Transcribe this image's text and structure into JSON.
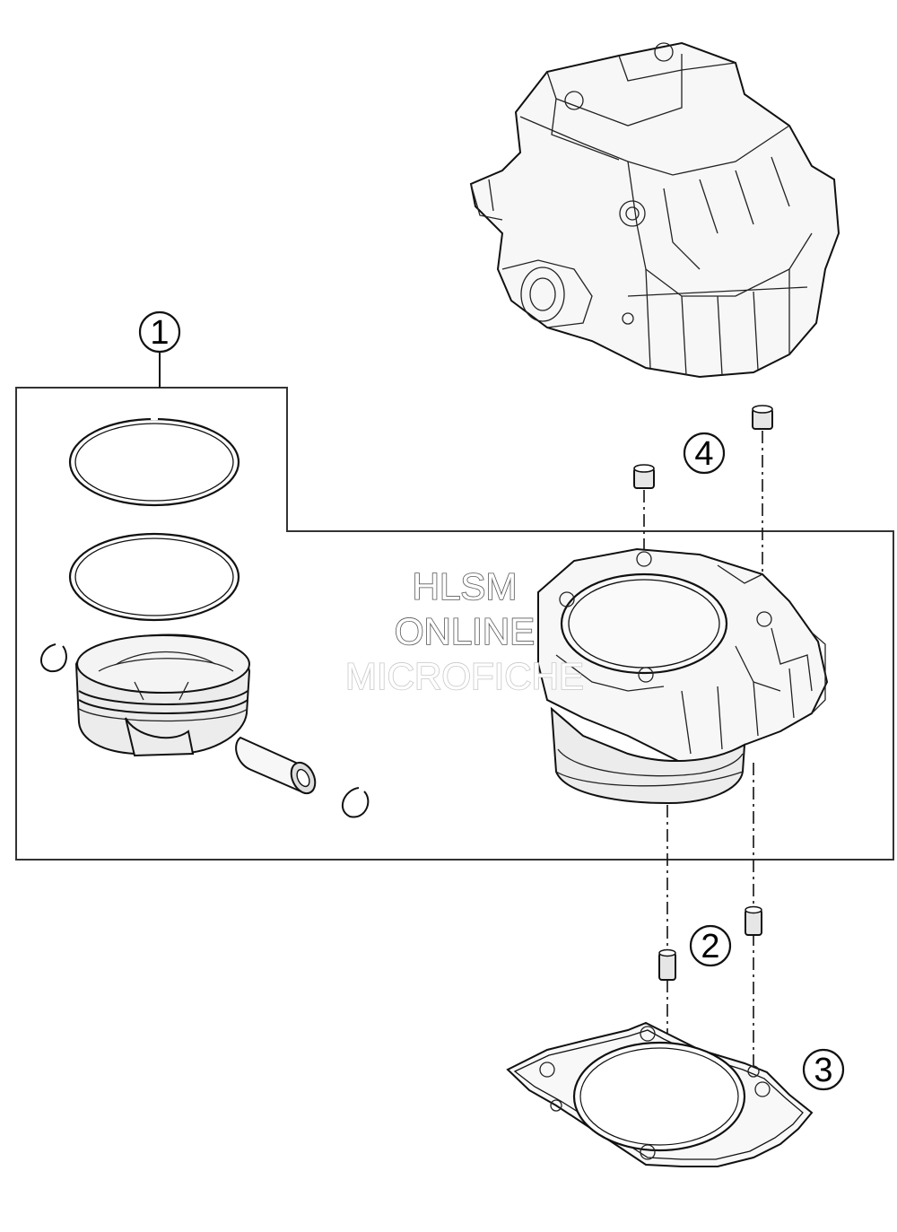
{
  "callouts": [
    {
      "id": "1",
      "label": "1"
    },
    {
      "id": "2",
      "label": "2"
    },
    {
      "id": "3",
      "label": "3"
    },
    {
      "id": "4",
      "label": "4"
    }
  ],
  "watermark": {
    "line1": "HLSM",
    "line2": "ONLINE",
    "line3": "MICROFICHE"
  },
  "parts": [
    {
      "callout": "1",
      "icon": "piston-kit-icon"
    },
    {
      "callout": "2",
      "icon": "dowel-pin-icon"
    },
    {
      "callout": "3",
      "icon": "cylinder-base-gasket-icon"
    },
    {
      "callout": "4",
      "icon": "dowel-pin-icon"
    }
  ],
  "colors": {
    "line": "#111111",
    "background": "#ffffff",
    "watermark_stroke": "#555555"
  }
}
